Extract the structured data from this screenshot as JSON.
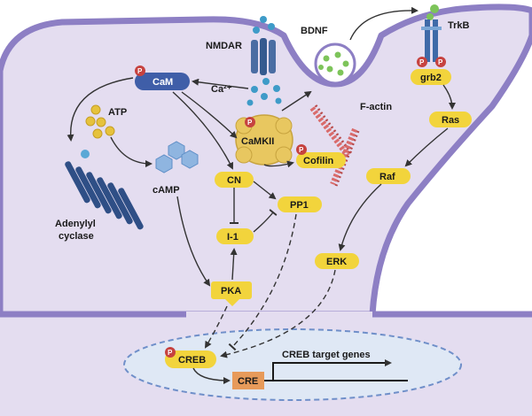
{
  "labels": {
    "nmdar": "NMDAR",
    "bdnf": "BDNF",
    "trkb": "TrkB",
    "cam": "CaM",
    "ca": "Ca²⁺",
    "atp": "ATP",
    "camkii": "CaMKII",
    "factin": "F-actin",
    "cofilin": "Cofilin",
    "grb2": "grb2",
    "ras": "Ras",
    "raf": "Raf",
    "camp": "cAMP",
    "cn": "CN",
    "pp1": "PP1",
    "i1": "I-1",
    "adenylyl": "Adenylyl",
    "cyclase": "cyclase",
    "erk": "ERK",
    "pka": "PKA",
    "creb": "CREB",
    "cre": "CRE",
    "creb_target": "CREB target genes",
    "p": "P"
  },
  "colors": {
    "cell_fill": "#e4ddf0",
    "membrane": "#8d7fc4",
    "pill": "#f2d43c",
    "cam": "#3f5ea8",
    "phospho": "#c6423f",
    "nucleus": "#dfe8f5",
    "cre": "#e79a5a",
    "ca_dots": "#3e9bc8",
    "bdnf_dots": "#7dc45a",
    "camp_hex": "#8fb5e0",
    "receptor": "#355a8f"
  }
}
